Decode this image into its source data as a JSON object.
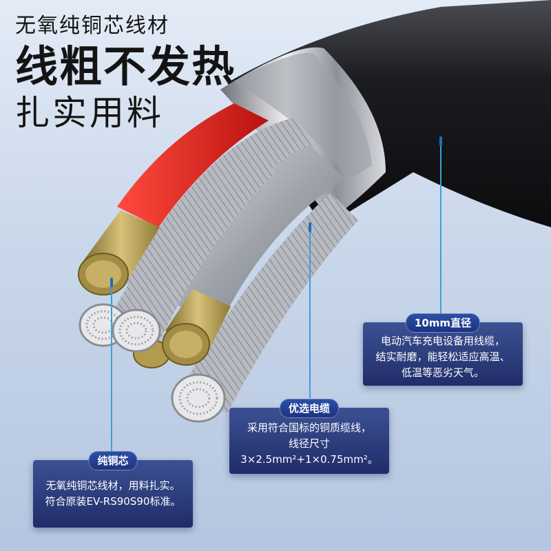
{
  "headline": {
    "line1": "无氧纯铜芯线材",
    "line2": "线粗不发热",
    "line3": "扎实用料"
  },
  "callouts": {
    "diameter": {
      "tag": "10mm直径",
      "lines": [
        "电动汽车充电设备用线缆，",
        "结实耐磨，能轻松适应高温、",
        "低温等恶劣天气。"
      ]
    },
    "cable": {
      "tag": "优选电缆",
      "lines": [
        "采用符合国标的铜质缆线，",
        "线径尺寸",
        "3×2.5mm²+1×0.75mm²。"
      ]
    },
    "core": {
      "tag": "纯铜芯",
      "lines": [
        "无氧纯铜芯线材，用料扎实。",
        "符合原装EV-RS90S90标准。"
      ]
    }
  },
  "colors": {
    "accent": "#1f6fb8",
    "card": "#1f2f7a",
    "wire_red": "#e0251f",
    "copper_plated": "#b89a4a",
    "jacket": "#1c1c1e"
  }
}
